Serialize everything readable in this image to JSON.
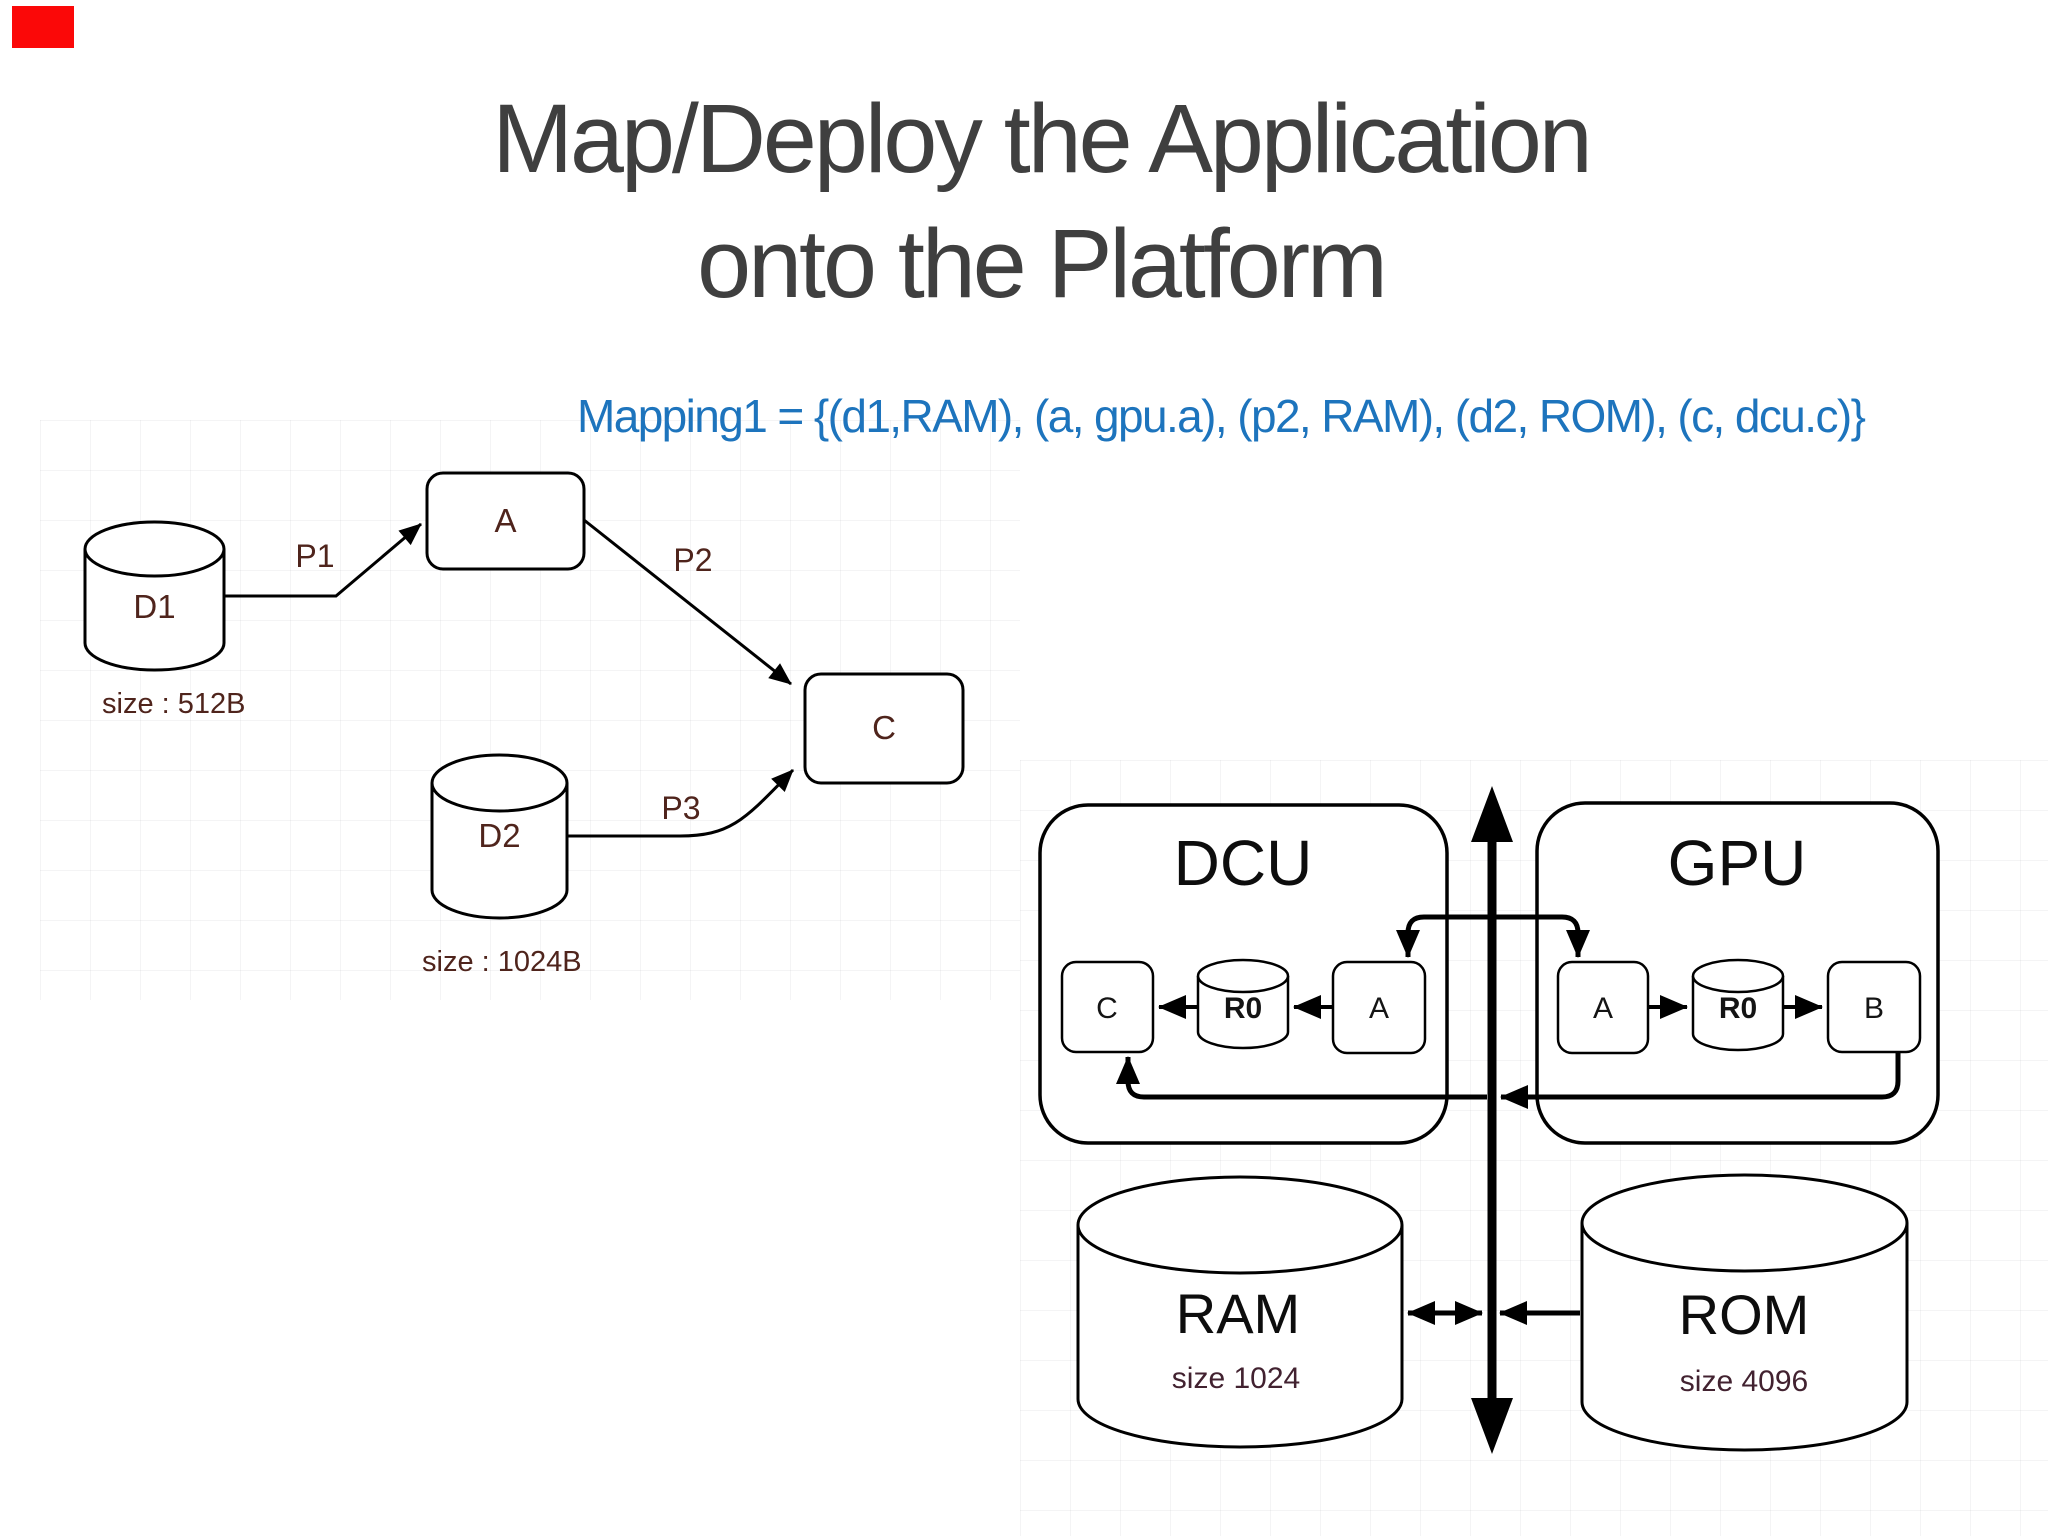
{
  "slide": {
    "title_line1": "Map/Deploy the Application",
    "title_line2": "onto the Platform",
    "mapping": "Mapping1 = {(d1,RAM), (a, gpu.a), (p2, RAM), (d2, ROM), (c, dcu.c)}"
  },
  "colors": {
    "title_gray": "#3f3f3f",
    "mapping_blue": "#1d74bd",
    "app_label_maroon": "#4f241c",
    "diagram_stroke": "#000000",
    "recording_marker_red": "#fb0808"
  },
  "app_graph": {
    "d1_label": "D1",
    "d1_size": "size : 512B",
    "a_label": "A",
    "c_label": "C",
    "d2_label": "D2",
    "d2_size": "size : 1024B",
    "p1_label": "P1",
    "p2_label": "P2",
    "p3_label": "P3"
  },
  "platform": {
    "dcu_title": "DCU",
    "dcu_c": "C",
    "dcu_r0": "R0",
    "dcu_a": "A",
    "gpu_title": "GPU",
    "gpu_a": "A",
    "gpu_r0": "R0",
    "gpu_b": "B",
    "ram_title": "RAM",
    "ram_size": "size 1024",
    "rom_title": "ROM",
    "rom_size": "size 4096"
  }
}
